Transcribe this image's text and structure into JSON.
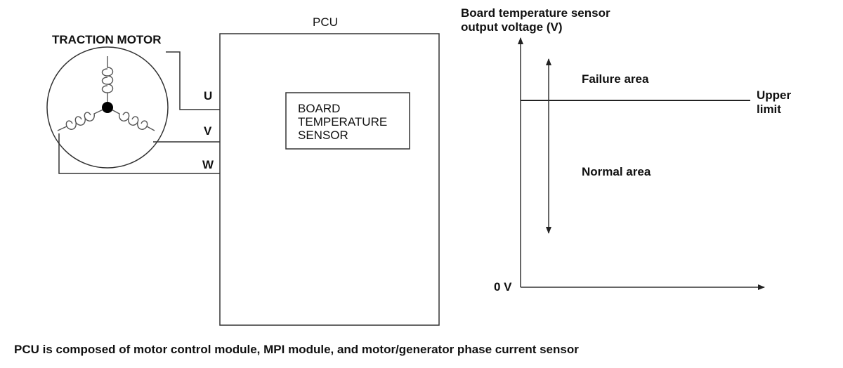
{
  "motor": {
    "title": "TRACTION MOTOR"
  },
  "pcu": {
    "title": "PCU",
    "phases": {
      "u": "U",
      "v": "V",
      "w": "W"
    },
    "sensor_lines": [
      "BOARD",
      "TEMPERATURE",
      "SENSOR"
    ]
  },
  "graph": {
    "ylabel_lines": [
      "Board temperature sensor",
      "output voltage (V)"
    ],
    "failure_area": "Failure area",
    "normal_area": "Normal area",
    "upper_limit_lines": [
      "Upper",
      "limit"
    ],
    "zero_label": "0 V"
  },
  "footnote": "PCU is composed of motor control module, MPI module, and motor/generator phase current sensor"
}
